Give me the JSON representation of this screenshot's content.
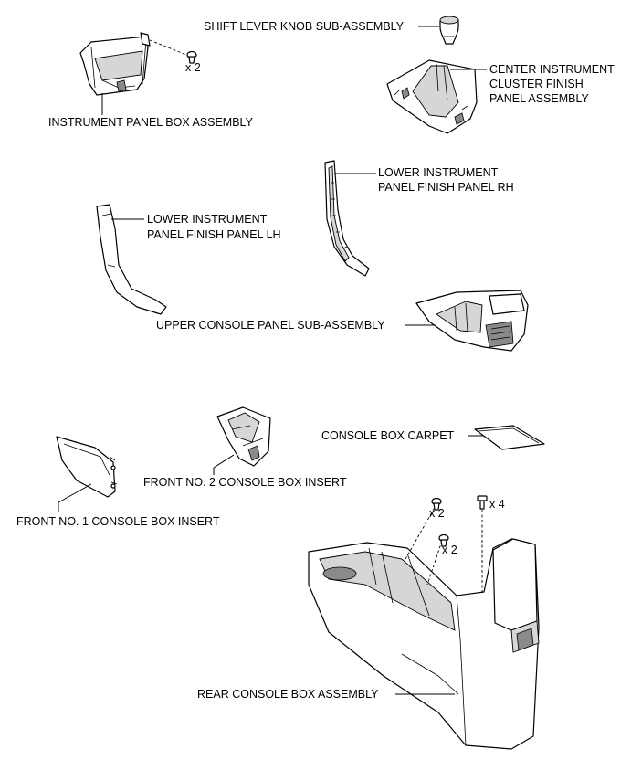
{
  "labels": {
    "shift_knob": "SHIFT LEVER KNOB SUB-ASSEMBLY",
    "instrument_box": "INSTRUMENT PANEL BOX ASSEMBLY",
    "center_panel_1": "CENTER INSTRUMENT",
    "center_panel_2": "CLUSTER FINISH",
    "center_panel_3": "PANEL ASSEMBLY",
    "lower_rh_1": "LOWER INSTRUMENT",
    "lower_rh_2": "PANEL FINISH PANEL RH",
    "lower_lh_1": "LOWER INSTRUMENT",
    "lower_lh_2": "PANEL FINISH PANEL LH",
    "upper_console": "UPPER CONSOLE PANEL SUB-ASSEMBLY",
    "console_carpet": "CONSOLE BOX CARPET",
    "front_no2": "FRONT NO. 2 CONSOLE BOX INSERT",
    "front_no1": "FRONT NO. 1 CONSOLE BOX INSERT",
    "rear_console": "REAR CONSOLE BOX ASSEMBLY"
  },
  "quantities": {
    "instrument_box_clips": "x 2",
    "rear_clips_a": "x 2",
    "rear_clips_b": "x 2",
    "rear_bolts": "x 4"
  },
  "icons": {
    "clip": "clip-icon",
    "bolt": "bolt-icon"
  }
}
